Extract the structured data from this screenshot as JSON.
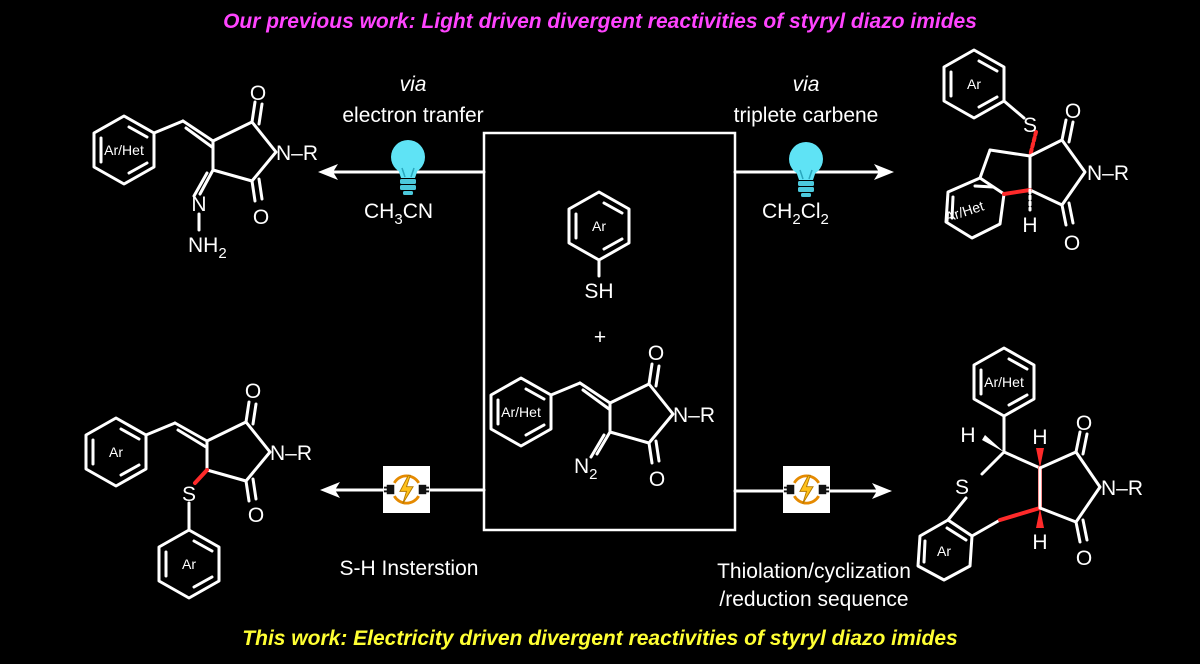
{
  "header_top": "Our previous work: Light driven divergent reactivities of styryl diazo imides",
  "header_bottom": "This work: Electricity driven divergent reactivities of styryl diazo imides",
  "colors": {
    "top_header": "#ff44ff",
    "bottom_header": "#ffff33",
    "bulb": "#5fe3f5",
    "red_bond": "#ff2a2a"
  },
  "upper_left": {
    "via": "via",
    "mechanism": "electron tranfer",
    "solvent_main": "CH",
    "solvent_sub": "3",
    "solvent_end": "CN",
    "ring": "Ar/Het",
    "o_top": "O",
    "o_bottom": "O",
    "n_r": "N–R",
    "n1": "N",
    "nh": "NH",
    "nh_sub": "2",
    "icon": "light-bulb"
  },
  "upper_right": {
    "via": "via",
    "mechanism": "triplete carbene",
    "solvent_a": "CH",
    "solvent_a_sub": "2",
    "solvent_b": "Cl",
    "solvent_b_sub": "2",
    "ring_top": "Ar",
    "ring_bottom": "Ar/Het",
    "s": "S",
    "o_top": "O",
    "o_bottom": "O",
    "n_r": "N–R",
    "h": "H",
    "icon": "light-bulb"
  },
  "center": {
    "ring_thiol": "Ar",
    "sh": "SH",
    "plus": "+",
    "ring_diazo": "Ar/Het",
    "o_top": "O",
    "o_bottom": "O",
    "n_r": "N–R",
    "n2": "N",
    "n2_sub": "2"
  },
  "lower_left": {
    "caption": "S-H Insterstion",
    "ring": "Ar",
    "ring_s": "Ar",
    "s": "S",
    "o_top": "O",
    "o_bottom": "O",
    "n_r": "N–R",
    "icon": "electrolysis"
  },
  "lower_right": {
    "caption_line1": "Thiolation/cyclization",
    "caption_line2": "/reduction sequence",
    "ring_top": "Ar/Het",
    "ring_bottom": "Ar",
    "s": "S",
    "h1": "H",
    "h2": "H",
    "h3": "H",
    "o_top": "O",
    "o_bottom": "O",
    "n_r": "N–R",
    "icon": "electrolysis"
  }
}
